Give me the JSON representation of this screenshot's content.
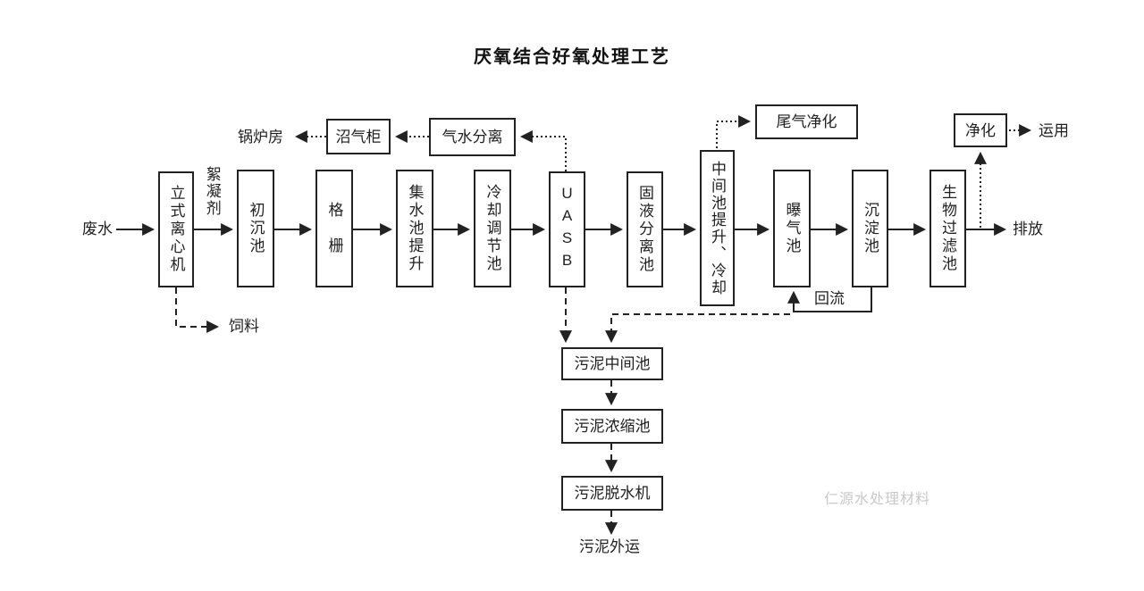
{
  "title": "厌氧结合好氧处理工艺",
  "watermark": "仁源水处理材料",
  "labels": {
    "wastewater": "废水",
    "flocculant": "絮凝剂",
    "feed": "饲料",
    "boiler_room": "锅炉房",
    "reflux": "回流",
    "discharge": "排放",
    "use": "运用",
    "sludge_out": "污泥外运"
  },
  "boxes": {
    "main_row": [
      {
        "id": "vertical-centrifuge",
        "label": "立式离心机"
      },
      {
        "id": "primary-sedimentation",
        "label": "初沉池"
      },
      {
        "id": "bar-screen",
        "label": "格　栅"
      },
      {
        "id": "collection-tank-lift",
        "label": "集水池提升"
      },
      {
        "id": "cooling-regulation-tank",
        "label": "冷却调节池"
      },
      {
        "id": "uasb-reactor",
        "label": "UASB"
      },
      {
        "id": "solid-liquid-separation-tank",
        "label": "固液分离池"
      },
      {
        "id": "intermediate-lift-cooling",
        "label": "中间池提升、冷却"
      },
      {
        "id": "aeration-tank",
        "label": "曝气池"
      },
      {
        "id": "sedimentation-tank",
        "label": "沉淀池"
      },
      {
        "id": "biological-filter-tank",
        "label": "生物过滤池"
      }
    ],
    "top": {
      "biogas_tank": "沼气柜",
      "gas_water_separation": "气水分离",
      "tail_gas_purification": "尾气净化",
      "purification": "净化"
    },
    "bottom": {
      "sludge_intermediate_tank": "污泥中间池",
      "sludge_thickening_tank": "污泥浓缩池",
      "sludge_dewatering_machine": "污泥脱水机"
    }
  },
  "colors": {
    "line": "#222222",
    "background": "#ffffff",
    "watermark": "#c9c9c9"
  }
}
